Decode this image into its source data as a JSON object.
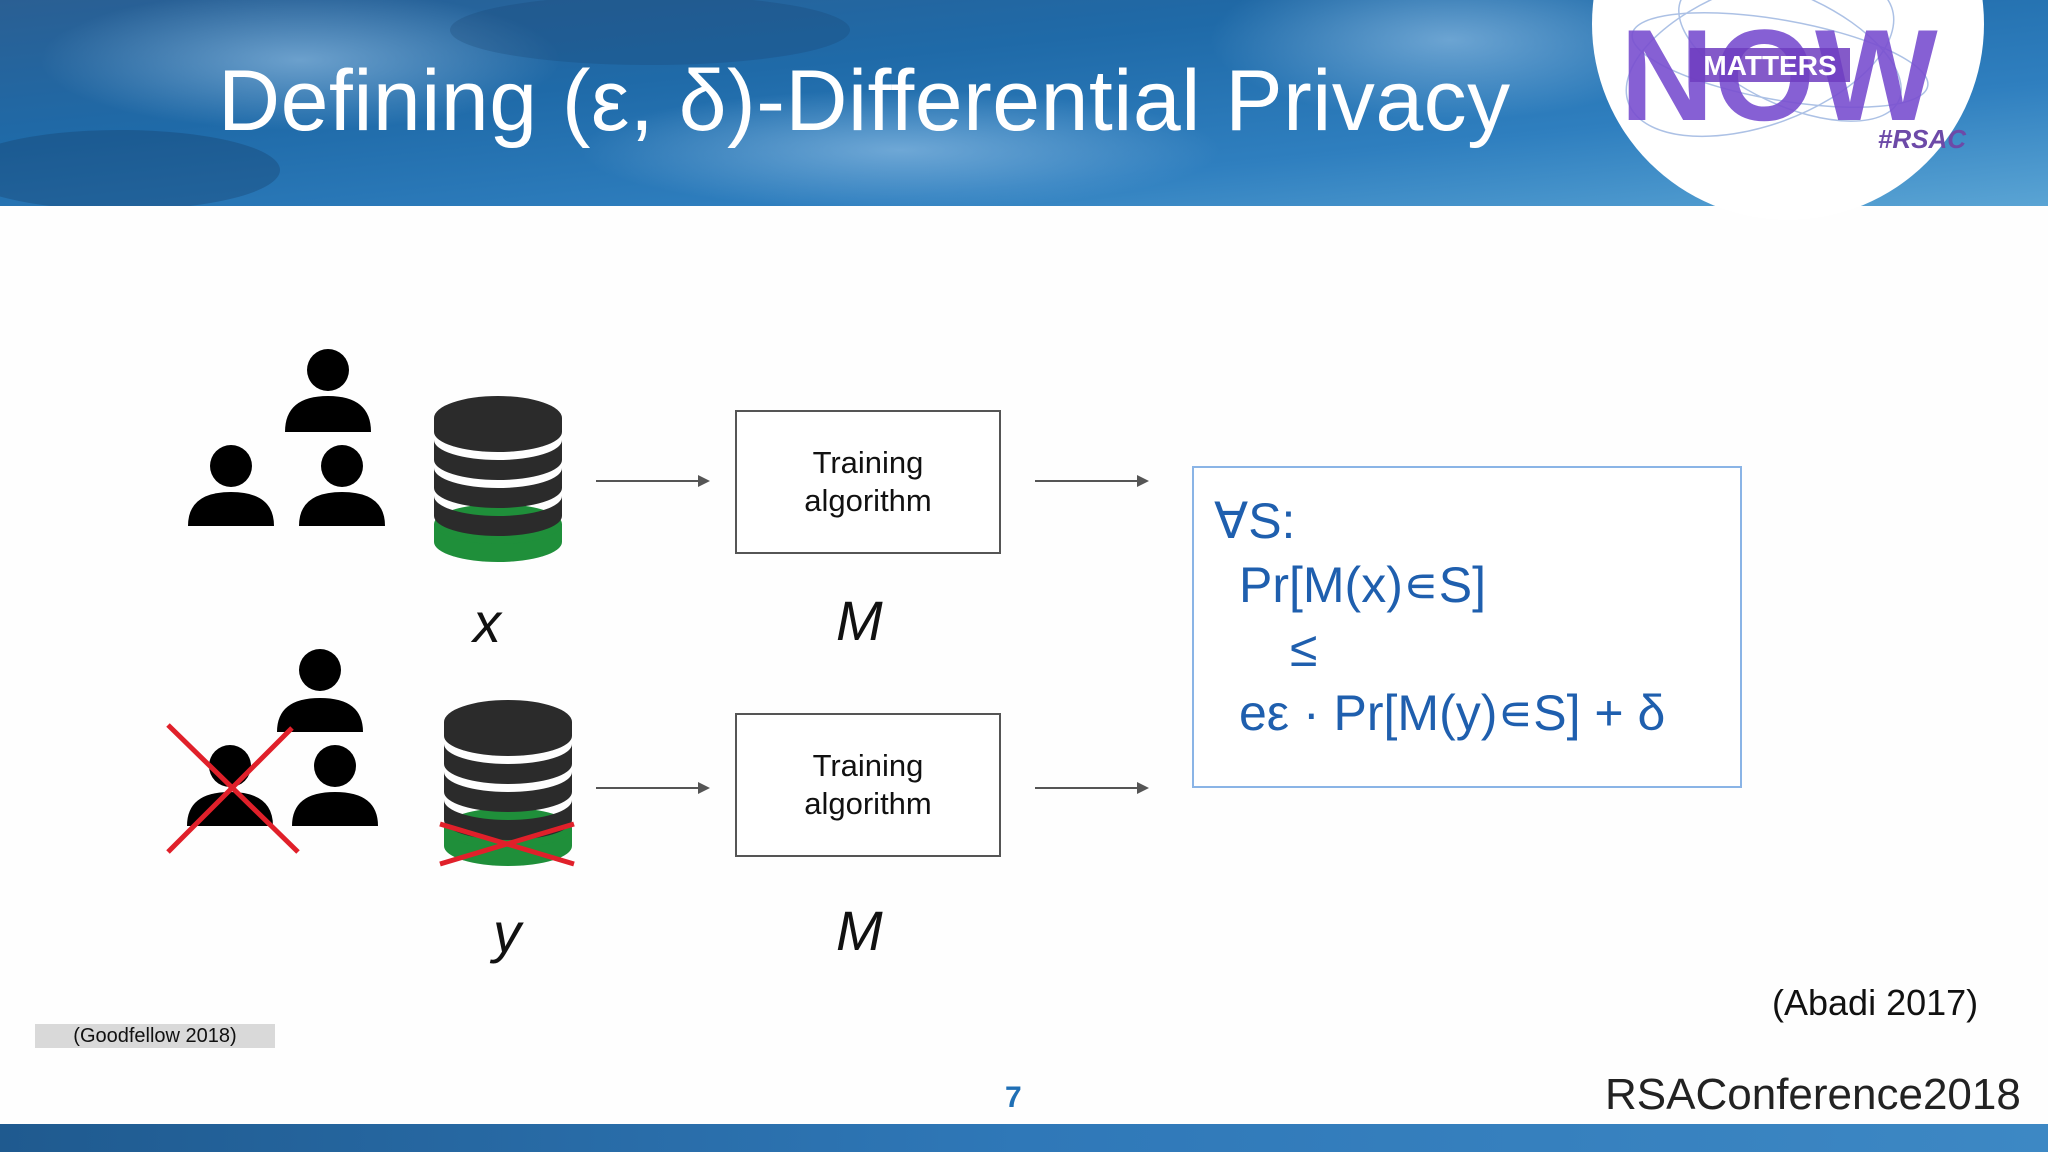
{
  "slide": {
    "title": "Defining (ε, δ)-Differential Privacy",
    "logo": {
      "word": "NOW",
      "badge": "MATTERS",
      "hashtag": "#RSAC"
    },
    "diagram": {
      "rows": [
        {
          "variable": "x",
          "box_label_line1": "Training",
          "box_label_line2": "algorithm",
          "model": "M",
          "removed": false
        },
        {
          "variable": "y",
          "box_label_line1": "Training",
          "box_label_line2": "algorithm",
          "model": "M",
          "removed": true
        }
      ]
    },
    "formula": {
      "line1": "∀S:",
      "line2": "Pr[M(x)∊S]",
      "line3": "≤",
      "line4": "eε · Pr[M(y)∊S] + δ"
    },
    "citation_left": "(Goodfellow 2018)",
    "citation_right": "(Abadi 2017)",
    "page_number": "7",
    "conference": "RSAConference2018",
    "colors": {
      "title_text": "#ffffff",
      "formula": "#1f5fae",
      "formula_border": "#8ab4e6",
      "db_green": "#1f8f3a",
      "cross_red": "#e0202a",
      "page_number": "#1f6fb5"
    }
  }
}
